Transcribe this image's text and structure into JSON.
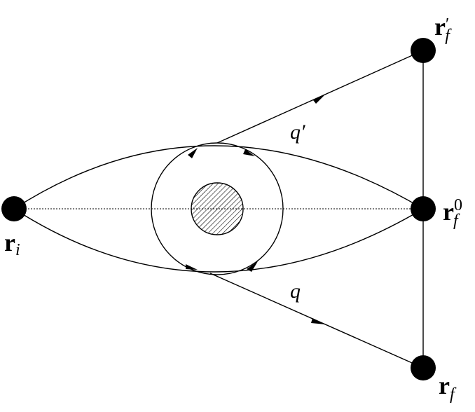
{
  "labels": {
    "r_i": {
      "main": "r",
      "sub": "i"
    },
    "r_f_prime": {
      "main": "r",
      "prime": "′",
      "sub": "f"
    },
    "r_f_0": {
      "main": "r",
      "sup": "0",
      "sub": "f"
    },
    "r_f": {
      "main": "r",
      "sub": "f"
    },
    "q_prime": "q′",
    "q": "q"
  },
  "colors": {
    "stroke": "#000000",
    "node_fill": "#000000",
    "hatch": "#000000",
    "background": "#ffffff"
  }
}
